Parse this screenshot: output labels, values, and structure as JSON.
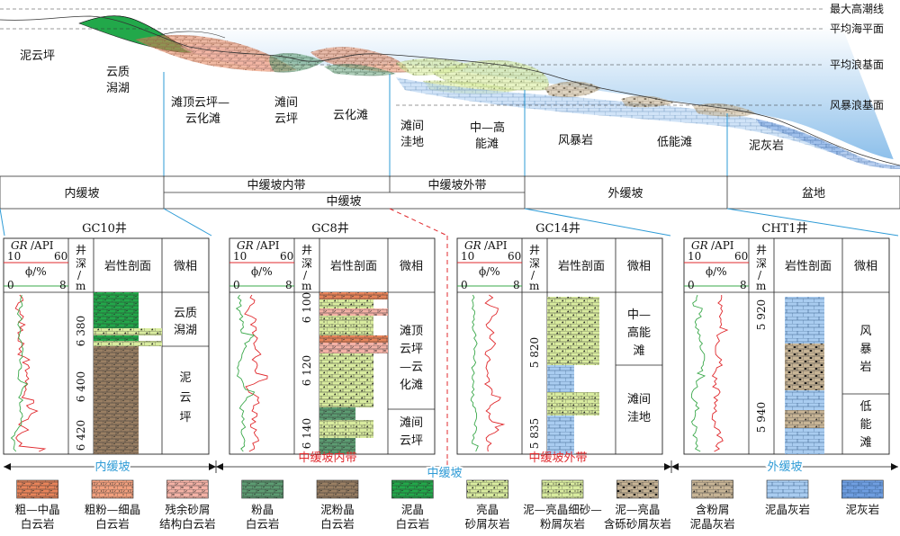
{
  "profile": {
    "water_levels": [
      "最大高潮线",
      "平均海平面",
      "平均浪基面",
      "风暴浪基面"
    ],
    "facies": {
      "mud_dolomite_flat": "泥云坪",
      "dolomitic_lagoon": [
        "云质",
        "潟湖"
      ],
      "shoal_top": [
        "滩顶云坪—",
        "云化滩"
      ],
      "intershoal_flat": [
        "滩间",
        "云坪"
      ],
      "dolomitized_shoal": "云化滩",
      "intershoal_depression": [
        "滩间",
        "洼地"
      ],
      "mid_high_energy_shoal": [
        "中—高",
        "能滩"
      ],
      "storm_rock": "风暴岩",
      "low_energy_shoal": "低能滩",
      "mud_limestone": "泥灰岩"
    },
    "zones": {
      "inner_ramp": "内缓坡",
      "mid_ramp_inner": "中缓坡内带",
      "mid_ramp_outer": "中缓坡外带",
      "mid_ramp": "中缓坡",
      "outer_ramp": "外缓坡",
      "basin": "盆地"
    }
  },
  "log_header": {
    "gr_label": "GR",
    "gr_unit": "/API",
    "gr_min": "10",
    "gr_max": "60",
    "phi_label": "ϕ/%",
    "phi_min": "0",
    "phi_max": "8",
    "depth_label": [
      "井",
      "深",
      "/",
      "m"
    ],
    "lithology": "岩性剖面",
    "microfacies": "微相"
  },
  "wells": [
    {
      "name": "GC10井",
      "depths": [
        "6 380",
        "6 400",
        "6 420"
      ],
      "microfacies": [
        [
          "云质",
          "潟湖"
        ],
        [
          "泥",
          "云",
          "坪"
        ]
      ]
    },
    {
      "name": "GC8井",
      "depths": [
        "6 100",
        "6 120",
        "6 140"
      ],
      "microfacies": [
        [
          "滩顶",
          "云坪",
          "—云",
          "化滩"
        ],
        [
          "滩间",
          "云坪"
        ]
      ]
    },
    {
      "name": "GC14井",
      "depths": [
        "5 820",
        "5 835"
      ],
      "microfacies": [
        [
          "中—",
          "高能",
          "滩"
        ],
        [
          "滩间",
          "洼地"
        ]
      ]
    },
    {
      "name": "CHT1井",
      "depths": [
        "5 920",
        "5 940"
      ],
      "microfacies": [
        [
          "风",
          "暴",
          "岩"
        ],
        [
          "低",
          "能",
          "滩"
        ]
      ]
    }
  ],
  "bottom_zones": {
    "inner_ramp": "内缓坡",
    "mid_inner": "中缓坡内带",
    "mid_ramp": "中缓坡",
    "mid_outer": "中缓坡外带",
    "outer_ramp": "外缓坡"
  },
  "legend": [
    {
      "lines": [
        "粗—中晶",
        "白云岩"
      ],
      "color": "#e8845a",
      "pattern": "dolo-dash"
    },
    {
      "lines": [
        "粗粉—细晶",
        "白云岩"
      ],
      "color": "#f2a07e",
      "pattern": "dolo-dot"
    },
    {
      "lines": [
        "残余砂屑",
        "结构白云岩"
      ],
      "color": "#f4b2a6",
      "pattern": "dolo-grain"
    },
    {
      "lines": [
        "粉晶",
        "白云岩"
      ],
      "color": "#5c9c72",
      "pattern": "dolo-dash"
    },
    {
      "lines": [
        "泥粉晶",
        "白云岩"
      ],
      "color": "#9a7f63",
      "pattern": "dolo-dash"
    },
    {
      "lines": [
        "泥晶",
        "白云岩"
      ],
      "color": "#22a84a",
      "pattern": "dolo-dash"
    },
    {
      "lines": [
        "亮晶",
        "砂屑灰岩"
      ],
      "color": "#d9ec9f",
      "pattern": "grain"
    },
    {
      "lines": [
        "泥—亮晶细砂—",
        "粉屑灰岩"
      ],
      "color": "#d9ec9f",
      "pattern": "grain-dot"
    },
    {
      "lines": [
        "泥—亮晶",
        "含砾砂屑灰岩"
      ],
      "color": "#c8b596",
      "pattern": "pebble"
    },
    {
      "lines": [
        "含粉屑",
        "泥晶灰岩"
      ],
      "color": "#c8b596",
      "pattern": "mix"
    },
    {
      "lines": [
        "泥晶灰岩"
      ],
      "color": "#a9ccf0",
      "pattern": "brick"
    },
    {
      "lines": [
        "泥灰岩"
      ],
      "color": "#6f9ee0",
      "pattern": "marl"
    }
  ],
  "colors": {
    "gr_curve": "#e0282c",
    "phi_curve": "#3aa84a",
    "blue_line": "#2e9bd6",
    "red_dash": "#e0282c"
  }
}
